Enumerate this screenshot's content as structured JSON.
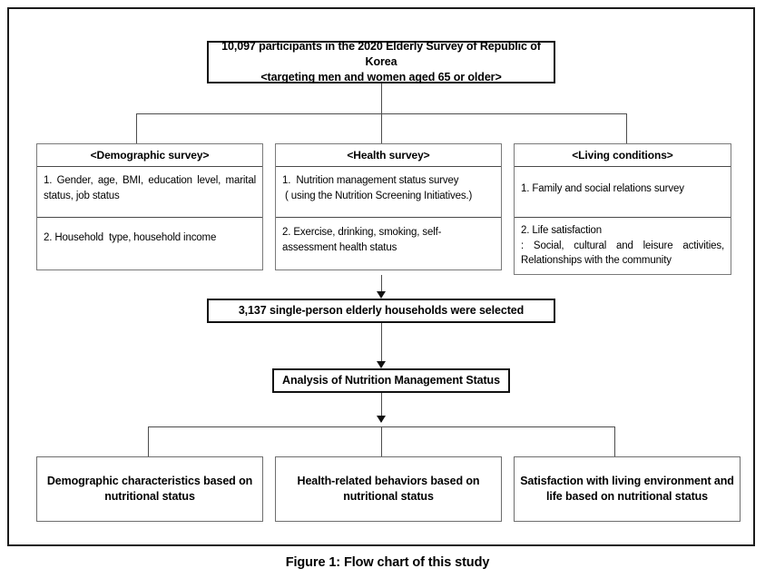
{
  "figure": {
    "caption": "Figure 1: Flow chart of this study"
  },
  "flowchart": {
    "top_node": {
      "line1": "10,097  participants in the 2020  Elderly Survey of Republic of Korea",
      "line2": "<targeting men and women aged 65 or older>"
    },
    "panels": [
      {
        "header": "<Demographic survey>",
        "rows": [
          {
            "line1": "1. Gender,  age,  BMI,  education  level,  marital",
            "line2": "status, job status"
          },
          {
            "line1": "2. Household  type, household income",
            "line2": ""
          }
        ]
      },
      {
        "header": "<Health survey>",
        "rows": [
          {
            "line1": "1.  Nutrition management status survey",
            "line2": " ( using the Nutrition Screening Initiatives.)"
          },
          {
            "line1": "2. Exercise, drinking, smoking, self-",
            "line2": "assessment health status"
          }
        ]
      },
      {
        "header": "<Living conditions>",
        "rows": [
          {
            "line1": "1. Family and social relations survey",
            "line2": ""
          },
          {
            "line1": "2. Life satisfaction",
            "line2": ":    Social,  cultural  and  leisure  activities,",
            "line3": "Relationships with the community"
          }
        ]
      }
    ],
    "selection_node": "3,137  single-person elderly households were selected",
    "analysis_node": "Analysis of Nutrition Management Status",
    "outcome_nodes": [
      {
        "line1": "Demographic characteristics  based on",
        "line2": "nutritional status"
      },
      {
        "line1": "Health-related behaviors based on",
        "line2": "nutritional status"
      },
      {
        "line1": "Satisfaction with living environment and",
        "line2": "life based on nutritional status"
      }
    ]
  },
  "colors": {
    "frame": "#1b1b1b",
    "node_border": "#111111",
    "panel_border": "#7a7a7a",
    "connector": "#4d4d4d",
    "text": "#000000",
    "background": "#ffffff"
  }
}
